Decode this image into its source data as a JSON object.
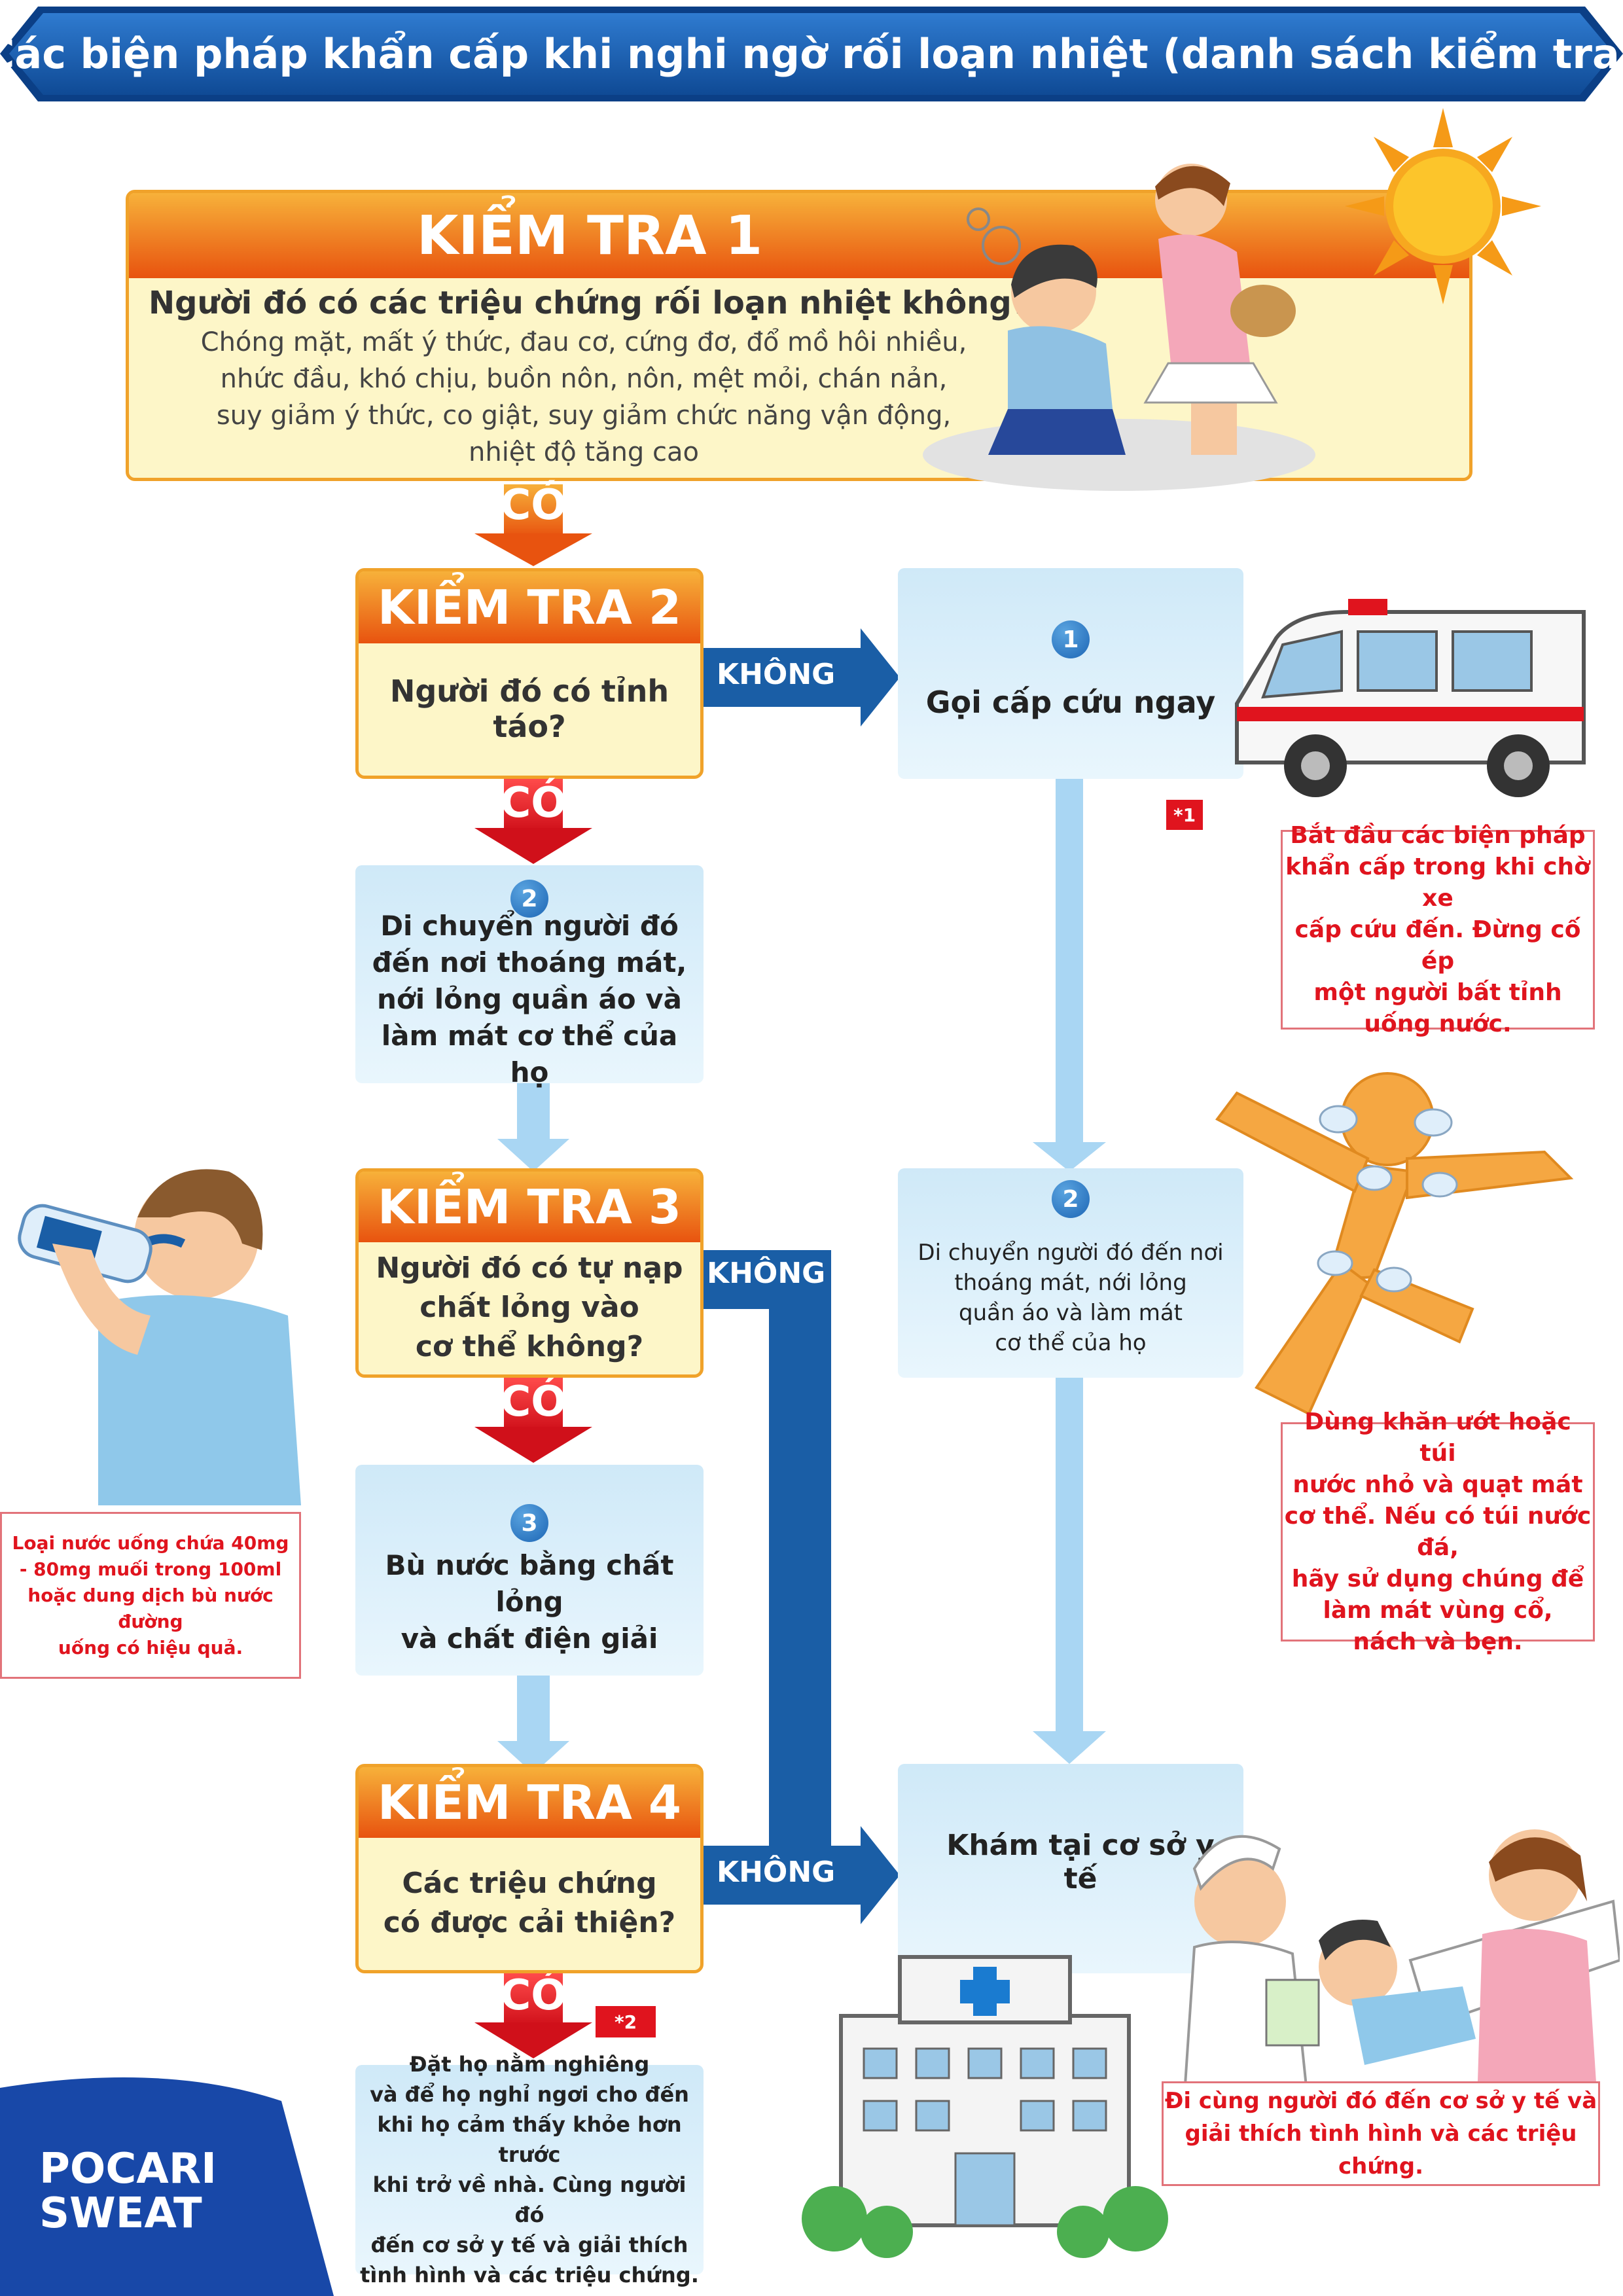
{
  "title": "Các biện pháp khẩn cấp khi nghi ngờ rối loạn nhiệt (danh sách kiểm tra)",
  "check1": {
    "heading": "KIỂM TRA 1",
    "question": "Người đó có các triệu chứng rối loạn nhiệt không?",
    "symptoms": [
      "Chóng mặt, mất ý thức, đau cơ, cứng đơ, đổ mồ hôi nhiều,",
      "nhức đầu, khó chịu, buồn nôn, nôn, mệt mỏi, chán nản,",
      "suy giảm ý thức, co giật, suy giảm chức năng vận động,",
      "nhiệt độ tăng cao"
    ]
  },
  "check2": {
    "heading": "KIỂM TRA 2",
    "question": "Người đó có tỉnh táo?"
  },
  "check3": {
    "heading": "KIỂM TRA 3",
    "question": [
      "Người đó có tự nạp",
      "chất lỏng vào",
      "cơ thể không?"
    ]
  },
  "check4": {
    "heading": "KIỂM TRA 4",
    "question": [
      "Các triệu chứng",
      "có được cải thiện?"
    ]
  },
  "labels": {
    "yes": "CÓ",
    "no": "KHÔNG"
  },
  "actions": {
    "left_step2": {
      "number": "2",
      "lines": [
        "Di chuyển người đó",
        "đến nơi thoáng mát,",
        "nới lỏng quần áo và",
        "làm mát cơ thể của họ"
      ]
    },
    "left_step3": {
      "number": "3",
      "lines": [
        "Bù nước bằng chất lỏng",
        "và chất điện giải"
      ]
    },
    "final": [
      "Đặt họ nằm nghiêng",
      "và để họ nghỉ ngơi cho đến",
      "khi họ cảm thấy khỏe hơn trước",
      "khi trở về nhà. Cùng người đó",
      "đến cơ sở y tế và giải thích",
      "tình hình và các triệu chứng."
    ],
    "right_step1": {
      "number": "1",
      "text": "Gọi cấp cứu ngay"
    },
    "right_step2": {
      "number": "2",
      "lines": [
        "Di chuyển người đó đến nơi",
        "thoáng mát, nới lỏng",
        "quần áo và làm mát",
        "cơ thể của họ"
      ]
    },
    "medical": "Khám tại cơ sở y tế"
  },
  "notes": {
    "ambulance": [
      "Bắt đầu các biện pháp",
      "khẩn cấp trong khi chờ xe",
      "cấp cứu đến. Đừng cố ép",
      "một người bất tỉnh",
      "uống nước."
    ],
    "cooling": [
      "Dùng khăn ướt hoặc túi",
      "nước nhỏ và quạt mát",
      "cơ thể. Nếu có túi nước đá,",
      "hãy sử dụng chúng để",
      "làm mát vùng cổ,",
      "nách và bẹn."
    ],
    "drink": [
      "Loại nước uống chứa 40mg",
      "- 80mg muối trong 100ml",
      "hoặc dung dịch bù nước đường",
      "uống có hiệu quả."
    ],
    "medical": [
      "Đi cùng người đó đến cơ sở y tế và",
      "giải thích tình hình và các triệu chứng."
    ]
  },
  "refs": {
    "r1": "*1",
    "r2": "*2"
  },
  "logo": {
    "line1": "POCARI",
    "line2": "SWEAT"
  },
  "colors": {
    "banner": "#1b5fb0",
    "orange": "#e8530f",
    "red": "#e0141e",
    "flow_blue": "#1a5ea6",
    "light_blue": "#a9d6f3"
  }
}
